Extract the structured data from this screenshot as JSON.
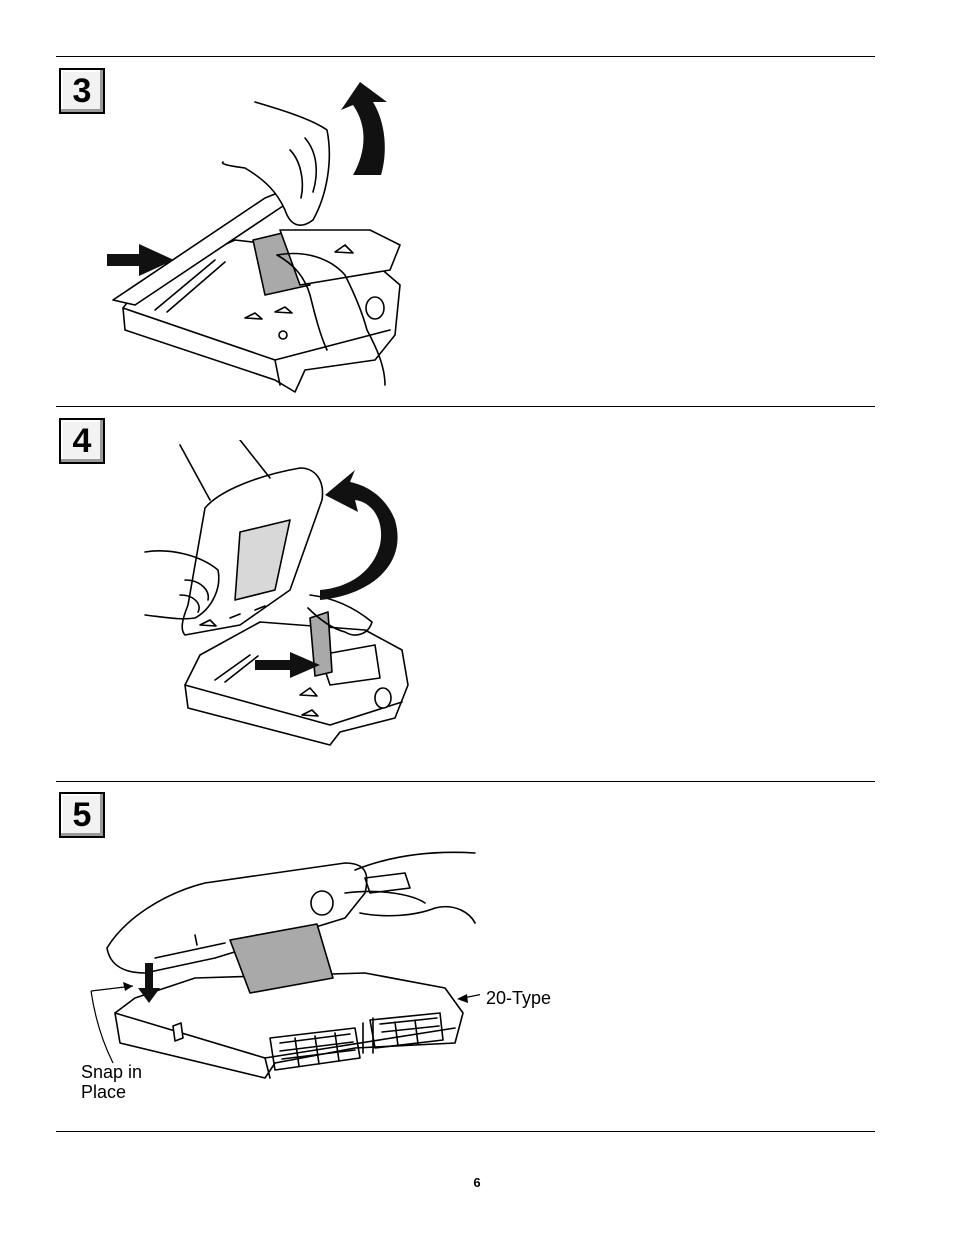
{
  "steps": [
    {
      "number": "3"
    },
    {
      "number": "4"
    },
    {
      "number": "5"
    }
  ],
  "step5": {
    "callout_type": "20-Type",
    "callout_snap_line1": "Snap in",
    "callout_snap_line2": "Place"
  },
  "footer": {
    "page_number": "6"
  }
}
